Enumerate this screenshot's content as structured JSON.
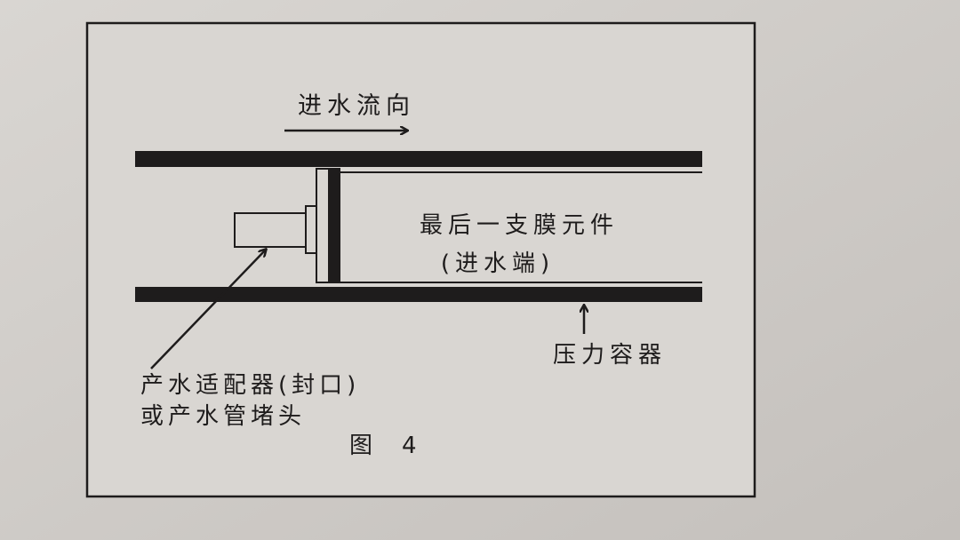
{
  "figure": {
    "flow_label": "进水流向",
    "element_label": "最后一支膜元件",
    "element_sublabel": "(进水端)",
    "vessel_label": "压力容器",
    "adapter_label_line1": "产水适配器(封口)",
    "adapter_label_line2": "或产水管堵头",
    "caption": "图    4"
  },
  "colors": {
    "paper": "#d8d5d1",
    "ink": "#1e1c1c"
  }
}
